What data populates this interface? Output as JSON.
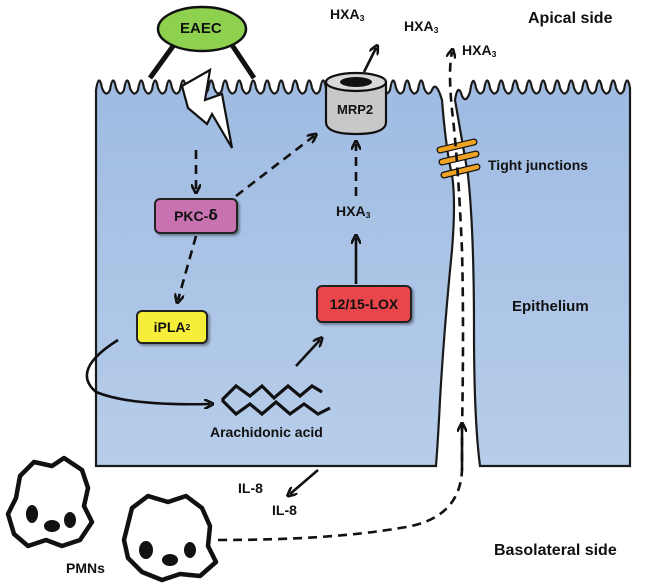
{
  "labels": {
    "eaec": "EAEC",
    "mrp2": "MRP2",
    "pkc_prefix": "PKC-",
    "pkc_symbol": "δ",
    "ipla_prefix": "iPLA",
    "ipla_sub": "2",
    "lox": "12/15-LOX",
    "hxa_base": "HXA",
    "hxa_sub": "3",
    "arachidonic": "Arachidonic acid",
    "epithelium": "Epithelium",
    "tight_junctions": "Tight junctions",
    "apical": "Apical side",
    "basolateral": "Basolateral side",
    "il8": "IL-8",
    "pmns": "PMNs"
  },
  "colors": {
    "cell_fill": "#aec6e6",
    "cell_stroke": "#1a1a1a",
    "eaec_fill": "#8ed14e",
    "pkc_fill": "#c873b0",
    "ipla_fill": "#f7ee3a",
    "lox_fill": "#e8464b",
    "mrp2_fill": "#c8c8c8",
    "junction": "#f0a323"
  }
}
